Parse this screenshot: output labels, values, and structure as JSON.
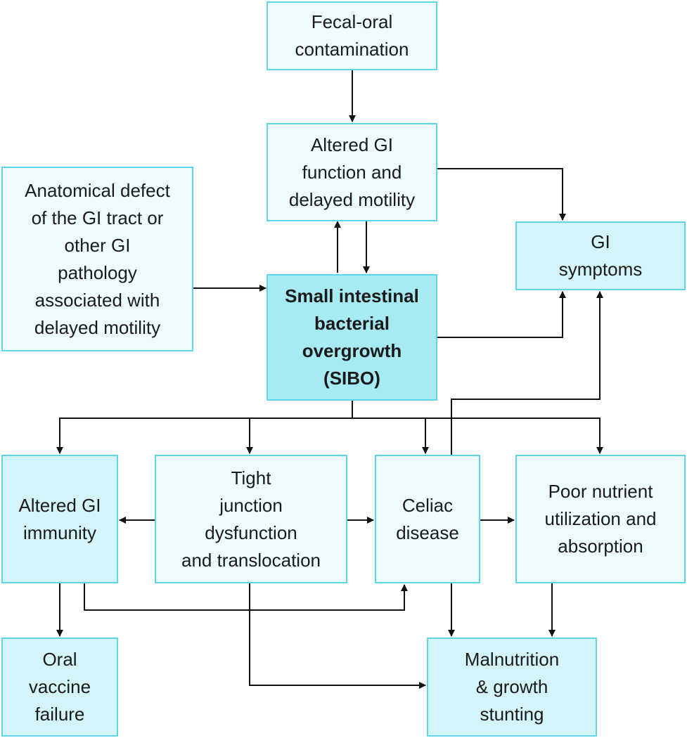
{
  "nodes": {
    "fecal_oral": "Fecal-oral\ncontamination",
    "altered_gi_function": "Altered GI\nfunction and\ndelayed motility",
    "anatomical_defect": "Anatomical defect\nof the GI tract or\nother GI\npathology\nassociated with\ndelayed motility",
    "gi_symptoms": "GI\nsymptoms",
    "sibo": "Small intestinal\nbacterial\novergrowth\n(SIBO)",
    "altered_gi_immunity": "Altered GI\nimmunity",
    "tight_junction": "Tight\njunction\ndysfunction\nand translocation",
    "celiac": "Celiac\ndisease",
    "poor_nutrient": "Poor nutrient\nutilization and\nabsorption",
    "oral_vaccine": "Oral\nvaccine\nfailure",
    "malnutrition": "Malnutrition\n& growth\nstunting"
  },
  "colors": {
    "border": "#5fd6e8",
    "light_fill": "#eefbfd",
    "mid_fill": "#d3f4f8",
    "strong_fill": "#a6eaf2",
    "arrow": "#111111"
  }
}
